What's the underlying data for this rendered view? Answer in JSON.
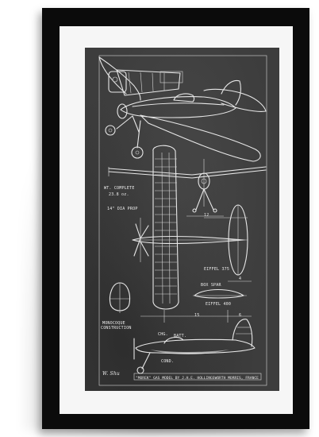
{
  "artwork": {
    "subject": "model airplane blueprint",
    "colors": {
      "frame": "#0b0b0b",
      "mat": "#f6f6f6",
      "print_bg": "#3d3d3d",
      "ink": "#e8e8e8"
    },
    "notes": {
      "wt_complete": "WT. COMPLETE",
      "weight": "23.8 oz.",
      "prop": "14\" DIA PROP",
      "airfoil_top": "EIFFEL 375",
      "box_spar": "BOX SPAR",
      "airfoil_bottom": "EIFFEL 400",
      "monocoque": "MONOCOQUE",
      "construction": "CONSTRUCTION",
      "dim_12": "12",
      "dim_4": "4",
      "dim_15": "15",
      "dim_6": "6",
      "chg": "CHG.",
      "batt": "BATT.",
      "cond": "COND."
    },
    "title_strip": "\"MOREK\" GAS MODEL  BY  J.H.E. HOLLINGSWORTH   MORRIS, FRANCE",
    "signature": "W. Shu"
  }
}
